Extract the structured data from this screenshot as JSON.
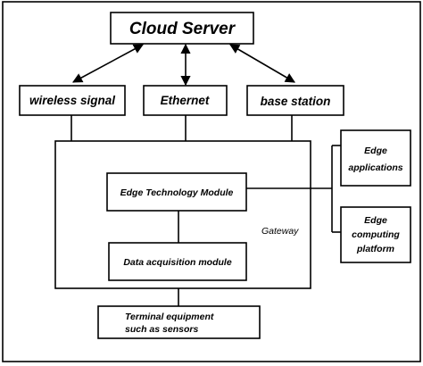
{
  "diagram": {
    "nodes": {
      "cloud_server": "Cloud Server",
      "wireless_signal": "wireless signal",
      "ethernet": "Ethernet",
      "base_station": "base station",
      "edge_technology_module": "Edge Technology Module",
      "data_acquisition_module": "Data acquisition module",
      "gateway": "Gateway",
      "terminal_equipment_line1": "Terminal equipment",
      "terminal_equipment_line2": "such as sensors",
      "edge_applications_line1": "Edge",
      "edge_applications_line2": "applications",
      "edge_platform_line1": "Edge",
      "edge_platform_line2": "computing",
      "edge_platform_line3": "platform"
    },
    "edges": [
      {
        "from": "cloud_server",
        "to": "wireless_signal",
        "type": "bidirectional-arrow"
      },
      {
        "from": "cloud_server",
        "to": "ethernet",
        "type": "bidirectional-arrow"
      },
      {
        "from": "cloud_server",
        "to": "base_station",
        "type": "bidirectional-arrow"
      },
      {
        "from": "wireless_signal",
        "to": "gateway",
        "type": "line"
      },
      {
        "from": "ethernet",
        "to": "gateway",
        "type": "line"
      },
      {
        "from": "base_station",
        "to": "gateway",
        "type": "line"
      },
      {
        "from": "edge_technology_module",
        "to": "data_acquisition_module",
        "type": "line"
      },
      {
        "from": "edge_technology_module",
        "to": "edge_applications",
        "type": "line"
      },
      {
        "from": "edge_technology_module",
        "to": "edge_platform",
        "type": "line"
      },
      {
        "from": "gateway",
        "to": "terminal_equipment",
        "type": "line"
      }
    ]
  }
}
